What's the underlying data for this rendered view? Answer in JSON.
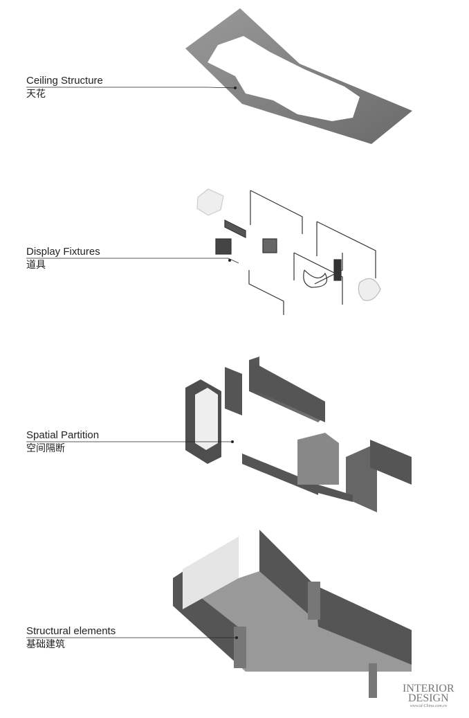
{
  "layers": [
    {
      "en": "Ceiling Structure",
      "cn": "天花"
    },
    {
      "en": "Display Fixtures",
      "cn": "道具"
    },
    {
      "en": "Spatial Partition",
      "cn": "空间隔断"
    },
    {
      "en": "Structural elements",
      "cn": "基础建筑"
    }
  ],
  "watermark": {
    "line1": "INTERIOR",
    "line2": "DESIGN",
    "url": "www.id-China.com.cn"
  },
  "colors": {
    "ink": "#222222",
    "concrete": "#6e6e6e",
    "light": "#b9b9b9"
  }
}
